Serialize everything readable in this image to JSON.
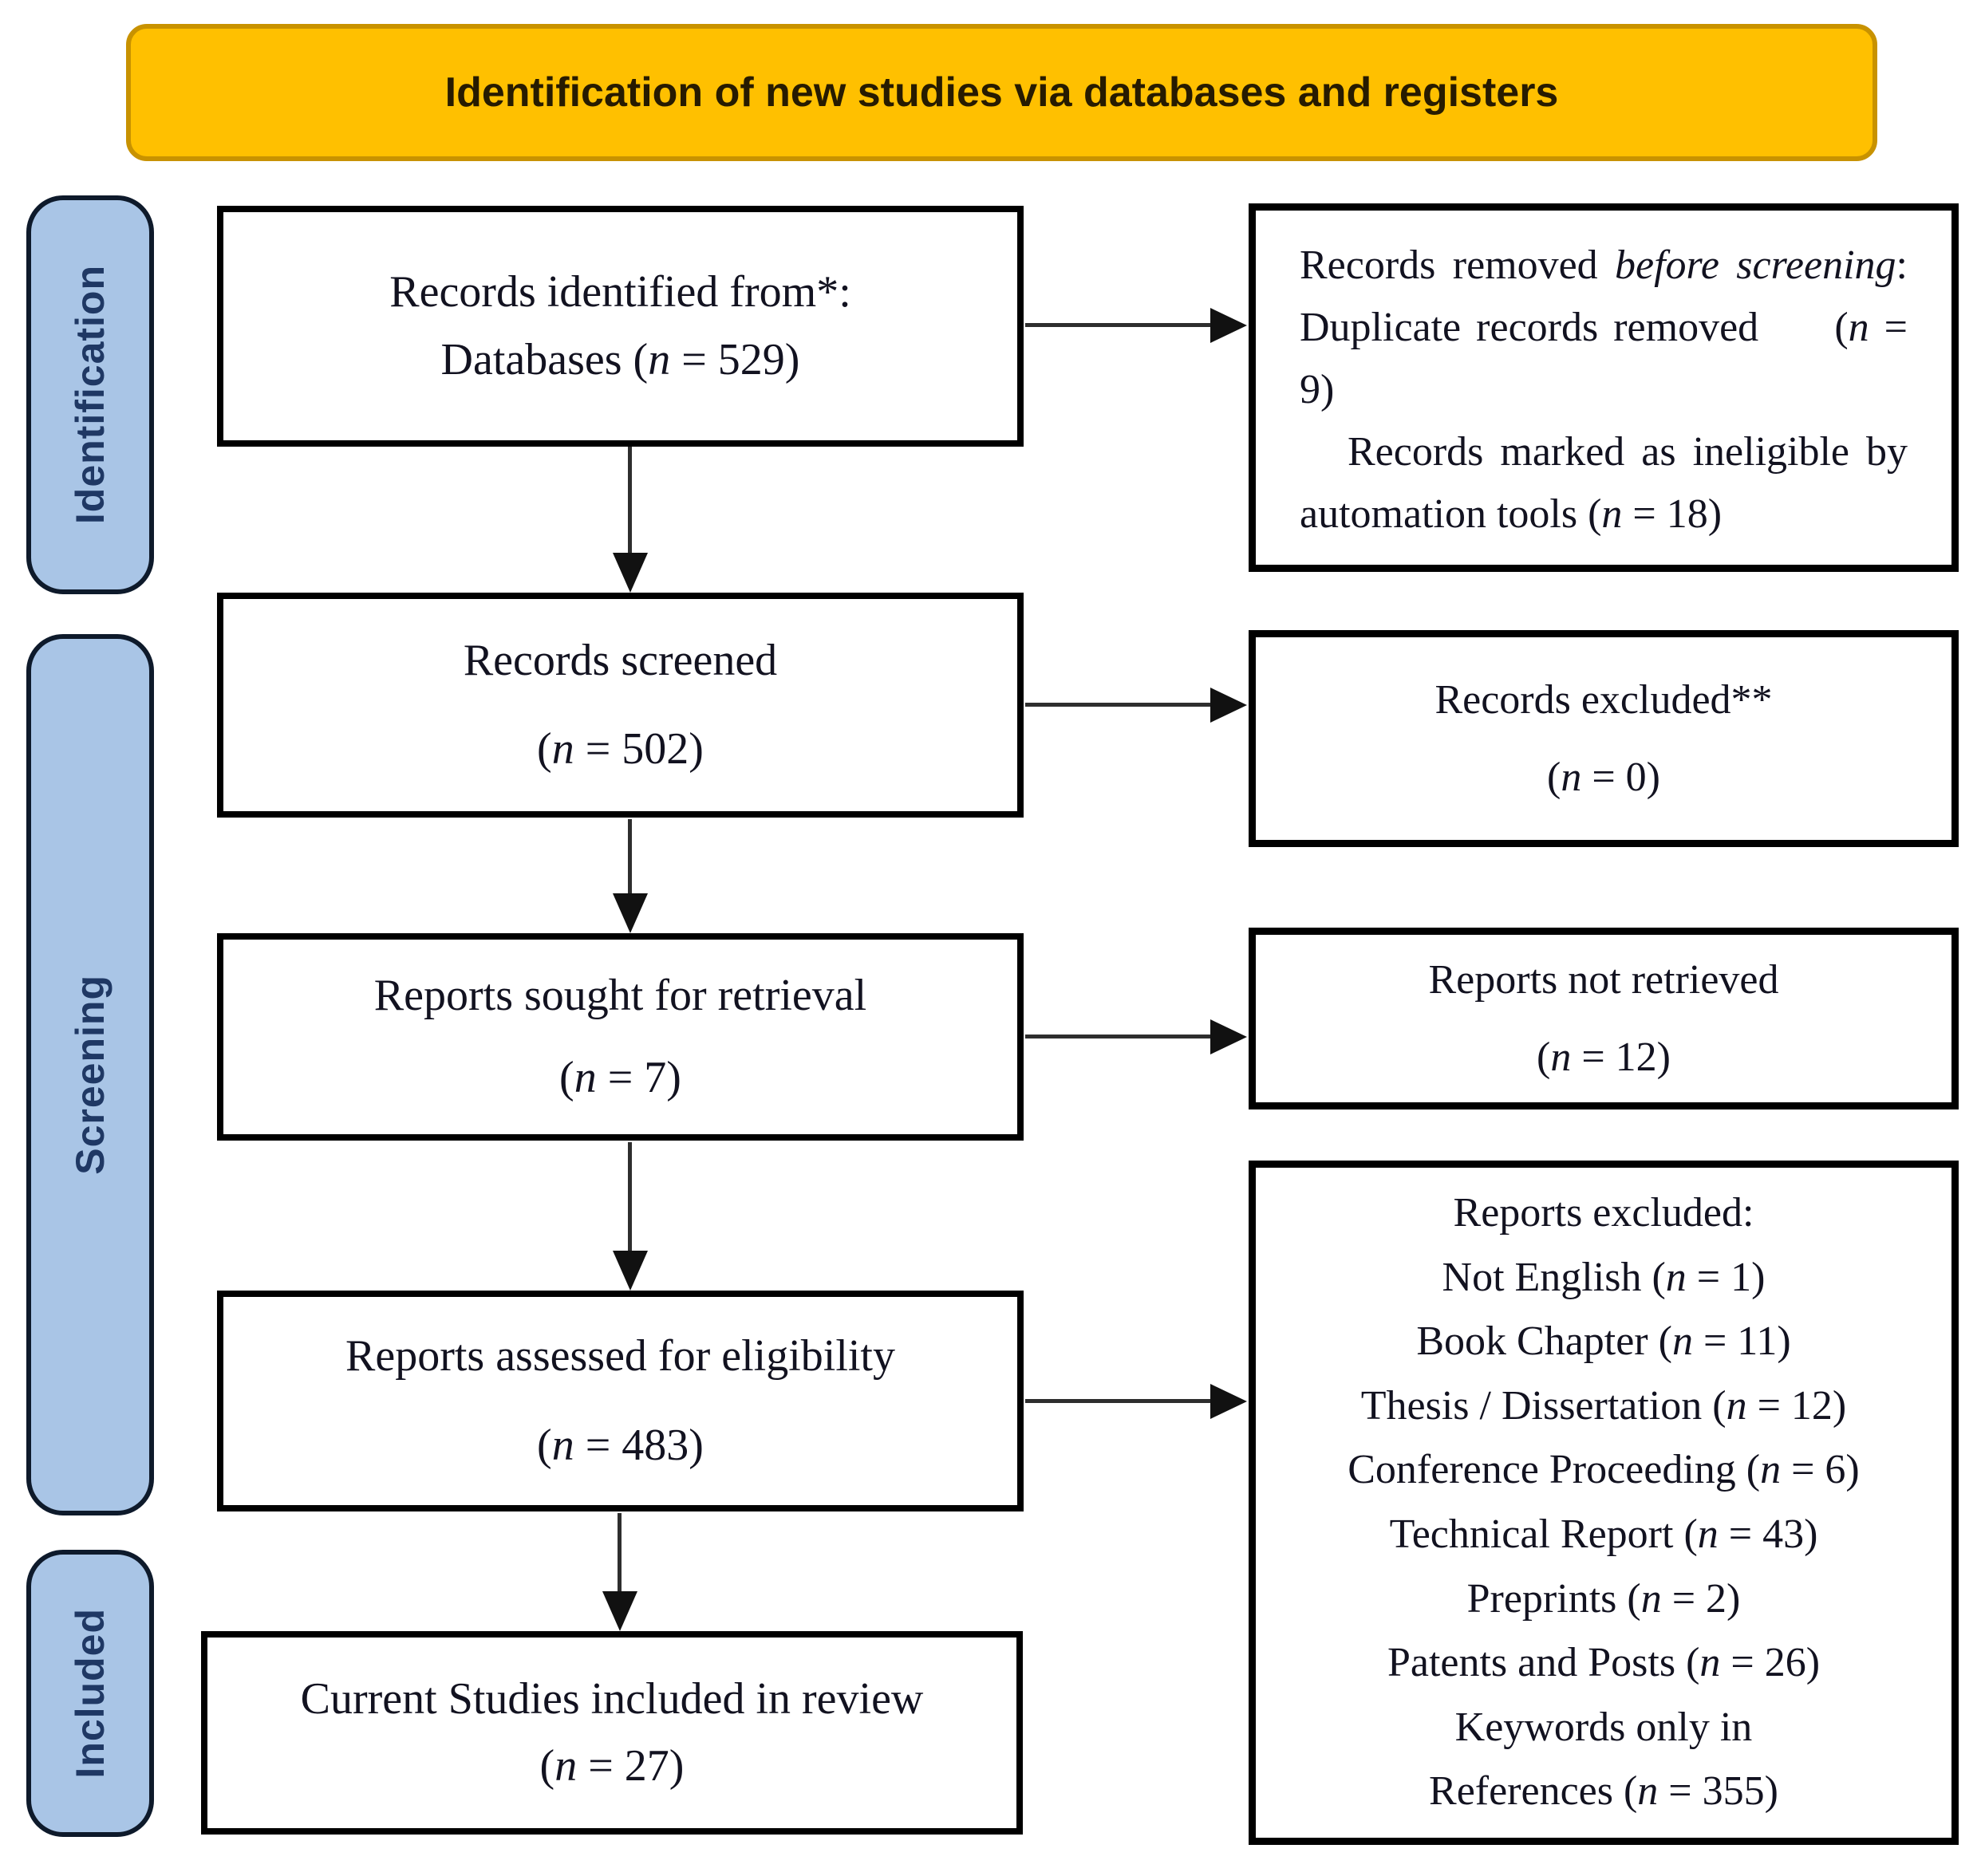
{
  "title": "Identification of new studies via databases and registers",
  "colors": {
    "title_bg": "#FFC000",
    "title_border": "#C89200",
    "title_text": "#271B00",
    "stage_bg": "#A9C5E6",
    "stage_border": "#0E1A2B",
    "stage_text": "#1F3864",
    "box_border": "#000000",
    "box_text": "#121220",
    "arrow": "#2E2E2E",
    "arrow_head": "#111111"
  },
  "stages": {
    "identification": "Identification",
    "screening": "Screening",
    "included": "Included"
  },
  "flow": {
    "records_identified": {
      "line1": "Records identified from*:",
      "line2": "Databases (n = 529)"
    },
    "records_screened": {
      "line1": "Records screened",
      "line2": "(n = 502)"
    },
    "reports_sought": {
      "line1": "Reports sought for retrieval",
      "line2": "(n = 7)"
    },
    "reports_assessed": {
      "line1": "Reports assessed for eligibility",
      "line2": "(n = 483)"
    },
    "included_studies": {
      "line1": "Current Studies included in review",
      "line2": "(n = 27)"
    }
  },
  "side": {
    "removed_before": {
      "seg1": "Records removed ",
      "seg1_italic": "before screening",
      "seg2": ": Duplicate records removed     (n = 9)",
      "line2": "Records marked as ineligible by automation tools (n = 18)"
    },
    "records_excluded": {
      "line1": "Records excluded**",
      "line2": "(n = 0)"
    },
    "reports_not_retrieved": {
      "line1": "Reports not retrieved",
      "line2": "(n = 12)"
    },
    "reports_excluded": {
      "heading": "Reports excluded:",
      "items": [
        "Not English (n = 1)",
        "Book Chapter (n = 11)",
        "Thesis / Dissertation (n = 12)",
        "Conference Proceeding (n = 6)",
        "Technical Report (n = 43)",
        "Preprints (n = 2)",
        "Patents and Posts (n = 26)",
        "Keywords only in\nReferences (n = 355)"
      ]
    }
  }
}
